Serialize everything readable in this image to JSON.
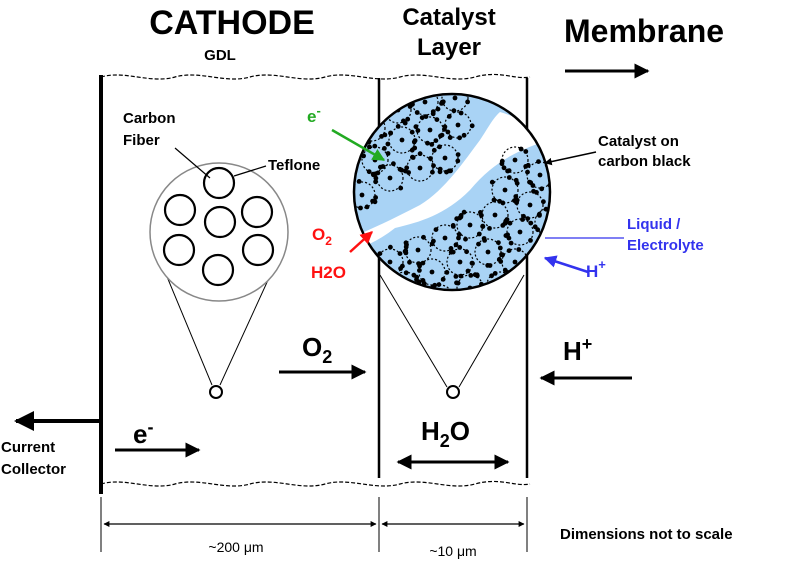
{
  "labels": {
    "cathode": "CATHODE",
    "gdl": "GDL",
    "catalyst_layer_line1": "Catalyst",
    "catalyst_layer_line2": "Layer",
    "membrane": "Membrane",
    "carbon_fiber_line1": "Carbon",
    "carbon_fiber_line2": "Fiber",
    "teflone": "Teflone",
    "catalyst_on_line1": "Catalyst on",
    "catalyst_on_line2": "carbon black",
    "liquid_line1": "Liquid /",
    "liquid_line2": "Electrolyte",
    "current_collector_line1": "Current",
    "current_collector_line2": "Collector",
    "dimensions_note": "Dimensions not to scale",
    "dim_gdl": "~200 μm",
    "dim_catalyst": "~10 μm"
  },
  "species": {
    "electron": "e",
    "electron_sup": "-",
    "oxygen": "O",
    "oxygen_sub": "2",
    "proton": "H",
    "proton_sup": "+",
    "water": "H",
    "water_sub": "2",
    "water_tail": "O",
    "water_inline": "H2O"
  },
  "colors": {
    "electron_arrow": "#22aa22",
    "reactant_arrow": "#ff1111",
    "proton_arrow": "#3333ee",
    "electrolyte": "#a9d3f5",
    "outline": "#000000",
    "fiber_circle": "#888888"
  }
}
